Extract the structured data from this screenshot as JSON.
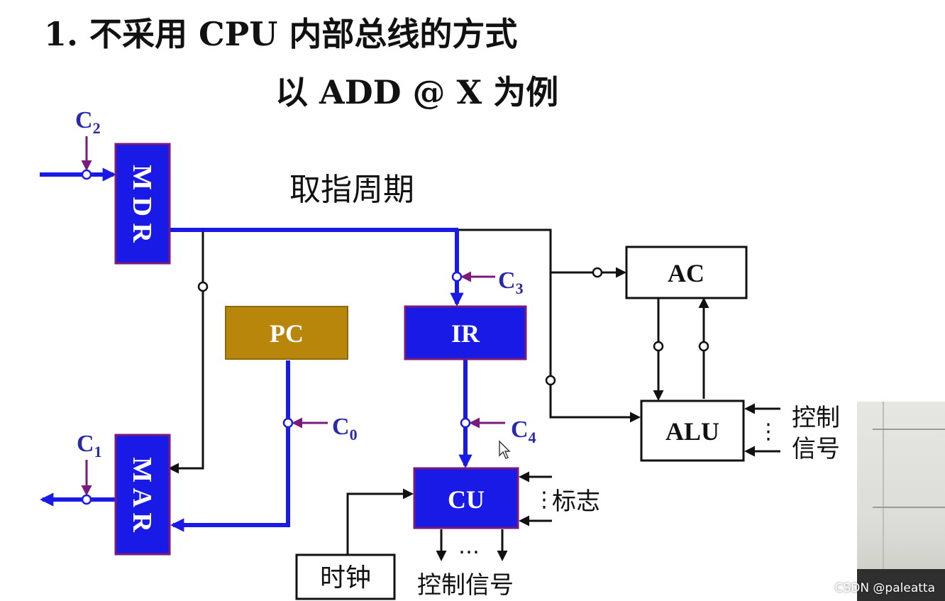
{
  "title": {
    "heading": "1. 不采用 CPU 内部总线的方式",
    "subheading": "以 ADD @ X  为例"
  },
  "cycle_label": "取指周期",
  "registers": {
    "mdr": "M D R",
    "mar": "M A R",
    "pc": "PC",
    "ir": "IR",
    "cu": "CU",
    "ac": "AC",
    "alu": "ALU"
  },
  "control_signals": {
    "c0": "C",
    "c0_sub": "0",
    "c1": "C",
    "c1_sub": "1",
    "c2": "C",
    "c2_sub": "2",
    "c3": "C",
    "c3_sub": "3",
    "c4": "C",
    "c4_sub": "4"
  },
  "labels": {
    "clock": "时钟",
    "flags": "标志",
    "alu_control_1": "控制",
    "alu_control_2": "信号",
    "cu_control": "控制信号",
    "cu_dots": "…",
    "alu_dots": "⋮",
    "cu_flag_dots": "⋮"
  },
  "watermark": "CSDN @paleatta",
  "colors": {
    "active_path": "#1a1ae6",
    "register_fill": "#1a1ae6",
    "register_border": "#7a1a7a",
    "pc_fill": "#b8860b",
    "control_line": "#7a1a7a",
    "control_text": "#2a2aa8",
    "wire": "#111111"
  }
}
